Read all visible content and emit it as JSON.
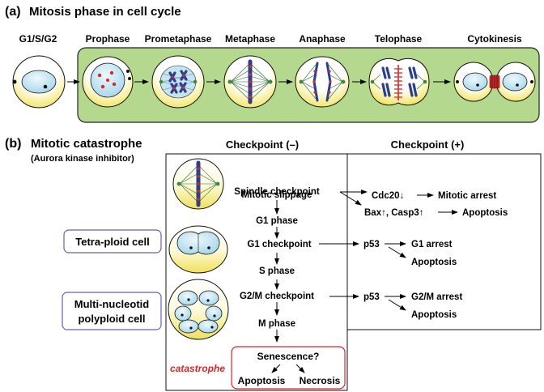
{
  "panel_a": {
    "label": "(a)",
    "title": "Mitosis phase in cell cycle",
    "phases": [
      "G1/S/G2",
      "Prophase",
      "Prometaphase",
      "Metaphase",
      "Anaphase",
      "Telophase",
      "Cytokinesis"
    ]
  },
  "panel_b": {
    "label": "(b)",
    "title": "Mitotic catastrophe",
    "subtitle": "(Aurora kinase inhibitor)",
    "checkpoint_neg_header": "Checkpoint (–)",
    "checkpoint_pos_header": "Checkpoint (+)",
    "cell_labels": {
      "tetraploid": "Tetra-ploid cell",
      "multinucleated_line1": "Multi-nucleotid",
      "multinucleated_line2": "polyploid cell"
    },
    "flow": {
      "spindle_checkpoint": "Spindle checkpoint",
      "mitotic_slippage": "Mitotic slippage",
      "g1_phase": "G1 phase",
      "g1_checkpoint": "G1 checkpoint",
      "s_phase": "S phase",
      "g2m_checkpoint": "G2/M checkpoint",
      "m_phase": "M phase",
      "senescence": "Senescence?",
      "apoptosis": "Apoptosis",
      "necrosis": "Necrosis",
      "catastrophe": "catastrophe"
    },
    "outcomes": {
      "cdc20": "Cdc20↓",
      "mitotic_arrest": "Mitotic arrest",
      "bax_casp3": "Bax↑, Casp3↑",
      "apoptosis_1": "Apoptosis",
      "p53_g1": "p53",
      "g1_arrest": "G1 arrest",
      "apoptosis_2": "Apoptosis",
      "p53_g2m": "p53",
      "g2m_arrest": "G2/M arrest",
      "apoptosis_3": "Apoptosis"
    }
  },
  "colors": {
    "green_panel": "#b4d88e",
    "cytoplasm_yellow": "#f5ec86",
    "nucleus_blue": "#bfe3f0",
    "chromosome": "#2b3f8c",
    "centromere_red": "#d42a2a",
    "catastrophe_red": "#e0242a",
    "label_box_border": "#6a5fa8"
  }
}
